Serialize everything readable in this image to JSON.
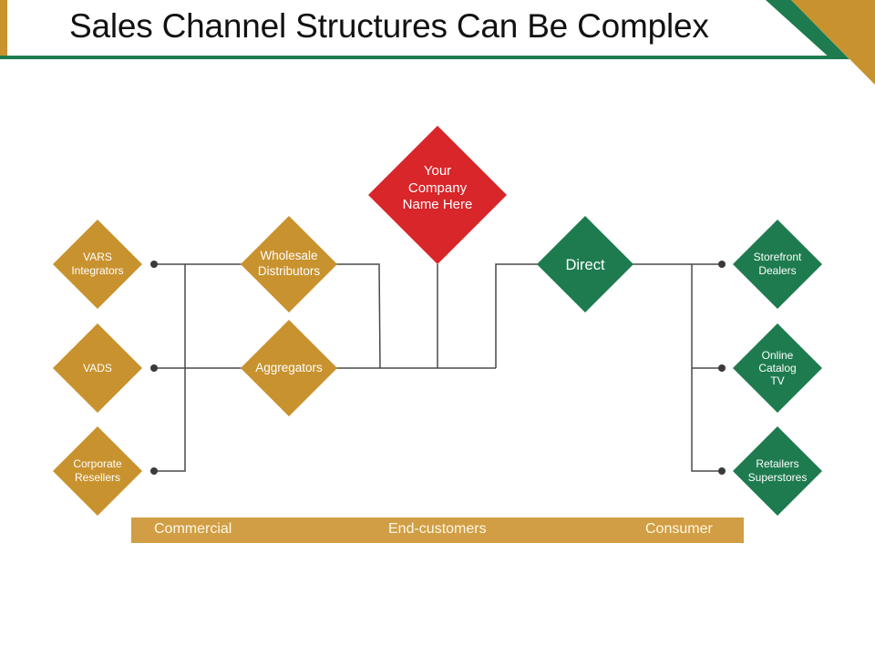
{
  "header": {
    "title": "Sales Channel Structures Can Be Complex"
  },
  "colors": {
    "gold": "#C8922E",
    "green": "#1E7B4F",
    "red": "#D9262A",
    "line": "#4A4A4A",
    "banner": "#D19E45"
  },
  "diagram": {
    "center_node": {
      "label": "Your Company Name Here",
      "color": "red"
    },
    "left_nodes": [
      {
        "label": "VARS Integrators",
        "color": "gold"
      },
      {
        "label": "VADS",
        "color": "gold"
      },
      {
        "label": "Corporate Resellers",
        "color": "gold"
      }
    ],
    "middle_nodes": [
      {
        "label": "Wholesale Distributors",
        "color": "gold"
      },
      {
        "label": "Aggregators",
        "color": "gold"
      }
    ],
    "direct_node": {
      "label": "Direct",
      "color": "green"
    },
    "right_nodes": [
      {
        "label": "Storefront Dealers",
        "color": "green"
      },
      {
        "label": "Online Catalog TV",
        "color": "green"
      },
      {
        "label": "Retailers Superstores",
        "color": "green"
      }
    ]
  },
  "banner": {
    "left_label": "Commercial",
    "center_label": "End-customers",
    "right_label": "Consumer"
  }
}
